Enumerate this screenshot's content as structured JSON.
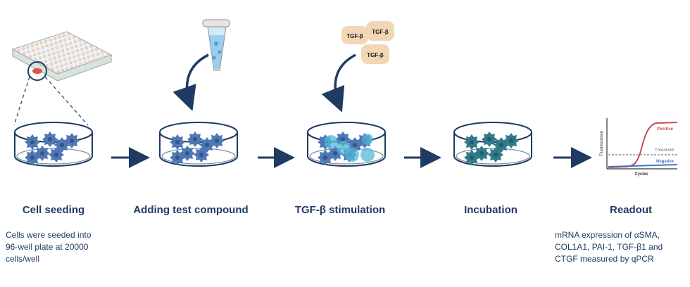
{
  "steps": [
    {
      "title": "Cell seeding",
      "description": [
        "Cells were seeded into",
        "96-well plate at 20000",
        "cells/well"
      ]
    },
    {
      "title": "Adding test compound"
    },
    {
      "title": "TGF-β stimulation"
    },
    {
      "title": "Incubation"
    },
    {
      "title": "Readout",
      "description": [
        "mRNA expression of αSMA,",
        "COL1A1, PAI-1, TGF-β1 and",
        "CTGF measured by qPCR"
      ]
    }
  ],
  "tgf_labels": [
    "TGF-β",
    "TGF-β",
    "TGF-β"
  ],
  "qpcr_plot": {
    "ylabel": "Fluorescence",
    "xlabel": "Cycles",
    "positive_label": "Positive",
    "threshold_label": "Threshold",
    "negative_label": "Negative"
  },
  "colors": {
    "text": "#1f3b63",
    "arrow": "#1f3b63",
    "cell_blue": "#4e77b5",
    "cell_teal": "#2f7b87",
    "tgf_bubble": "#52b8d8",
    "tgf_chip": "#f2d7b6",
    "positive_curve": "#c0504d",
    "negative_curve": "#4472c4"
  }
}
